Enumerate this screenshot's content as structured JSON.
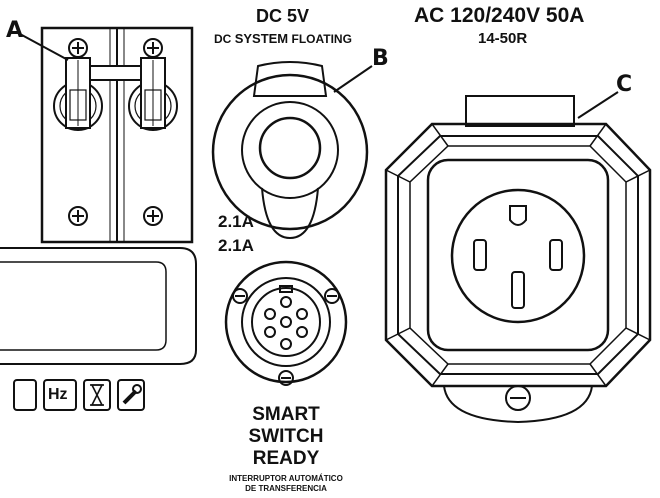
{
  "callouts": {
    "a": "A",
    "b": "B",
    "c": "C"
  },
  "dc_outlet": {
    "title": "DC 5V",
    "subtitle_prefix": "DC",
    "subtitle_bold": "SYSTEM",
    "subtitle_suffix": "FLOATING",
    "usb_rating_1": "2.1A",
    "usb_rating_2": "2.1A"
  },
  "ac_outlet": {
    "title": "AC 120/240V 50A",
    "receptacle": "14-50R"
  },
  "smart_switch": {
    "line1": "SMART",
    "line2": "SWITCH",
    "line3": "READY",
    "es_line1": "INTERRUPTOR AUTOMÁTICO",
    "es_line2": "DE TRANSFERENCIA"
  },
  "display_icons": {
    "hz_label": "Hz",
    "hourglass": "hourglass-icon",
    "wrench": "wrench-icon"
  },
  "colors": {
    "line": "#111111",
    "background": "#ffffff"
  }
}
